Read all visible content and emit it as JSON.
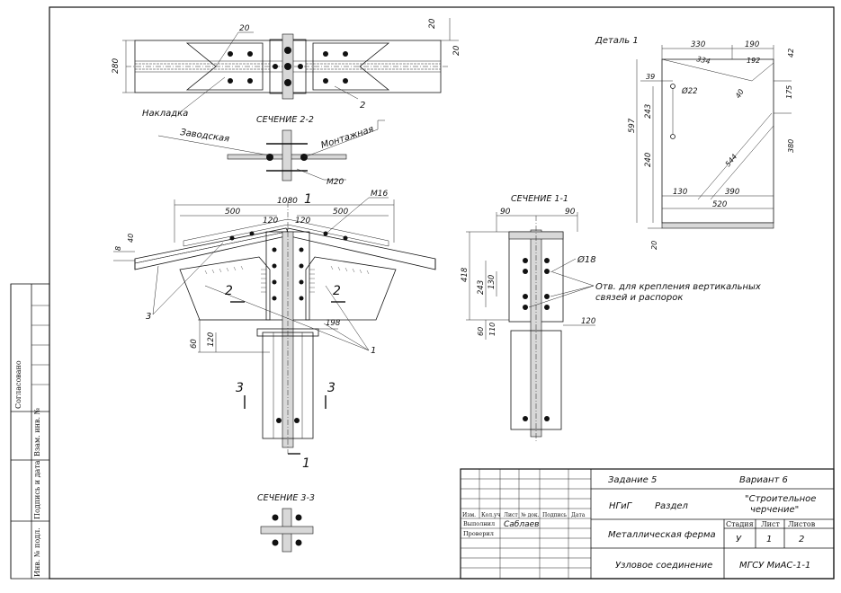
{
  "drawing": {
    "top_view": {
      "dim_280": "280",
      "dim_20_top": "20",
      "dim_20_right": "20",
      "leader_20": "20",
      "label_nakladka": "Накладка",
      "label_2": "2"
    },
    "section_2_2": {
      "title": "СЕЧЕНИЕ 2-2",
      "label_factory": "Заводская",
      "label_site": "Монтажная",
      "label_m20": "М20"
    },
    "front_view": {
      "dim_1080": "1080",
      "mark_1_top": "1",
      "mark_1_bottom": "1",
      "dim_500_left": "500",
      "dim_500_right": "500",
      "dim_120_left": "120",
      "dim_120_right": "120",
      "label_m16": "М16",
      "dim_40": "40",
      "dim_8": "8",
      "label_3": "3",
      "label_1": "1",
      "mark_2_left": "2",
      "mark_2_right": "2",
      "dim_198": "198",
      "dim_60": "60",
      "dim_120_v": "120",
      "mark_3_left": "3",
      "mark_3_right": "3"
    },
    "section_1_1": {
      "title": "СЕЧЕНИЕ 1-1",
      "dim_90_left": "90",
      "dim_90_right": "90",
      "dim_418": "418",
      "dim_243": "243",
      "dim_130": "130",
      "dim_60": "60",
      "dim_110": "110",
      "dim_120": "120",
      "label_d18": "Ø18",
      "note_line1": "Отв. для крепления вертикальных",
      "note_line2": "связей и распорок"
    },
    "section_3_3": {
      "title": "СЕЧЕНИЕ 3-3"
    },
    "detail_1": {
      "title": "Деталь 1",
      "dim_330": "330",
      "dim_190": "190",
      "dim_42": "42",
      "dim_334": "334",
      "dim_192": "192",
      "dim_39": "39",
      "dim_d22": "Ø22",
      "dim_40": "40",
      "dim_175": "175",
      "dim_597": "597",
      "dim_243": "243",
      "dim_240": "240",
      "dim_380": "380",
      "dim_544": "544",
      "dim_130": "130",
      "dim_390": "390",
      "dim_520": "520",
      "dim_20": "20"
    }
  },
  "side_stamp": {
    "agreed": "Согласовано",
    "inv_no_repl": "Взам. инв. №",
    "sign_date": "Подпись и дата",
    "inv_no_orig": "Инв. № подл."
  },
  "title_block": {
    "task": "Задание 5",
    "variant": "Вариант 6",
    "org": "НГиГ",
    "section_label": "Раздел",
    "section_name_1": "\"Строительное",
    "section_name_2": "черчение\"",
    "col_izm": "Изм.",
    "col_koluch": "Кол.уч",
    "col_list": "Лист",
    "col_ndok": "№ док.",
    "col_podpis": "Подпись",
    "col_data": "Дата",
    "row_vypolnil": "Выполнил",
    "row_proveril": "Проверил",
    "author": "Саблаев",
    "object_name": "Металлическая ферма",
    "sheet_name": "Узловое соединение",
    "code": "МГСУ МиАС-1-1",
    "stage_label": "Стадия",
    "sheet_label": "Лист",
    "sheets_label": "Листов",
    "stage_value": "У",
    "sheet_value": "1",
    "sheets_value": "2"
  }
}
